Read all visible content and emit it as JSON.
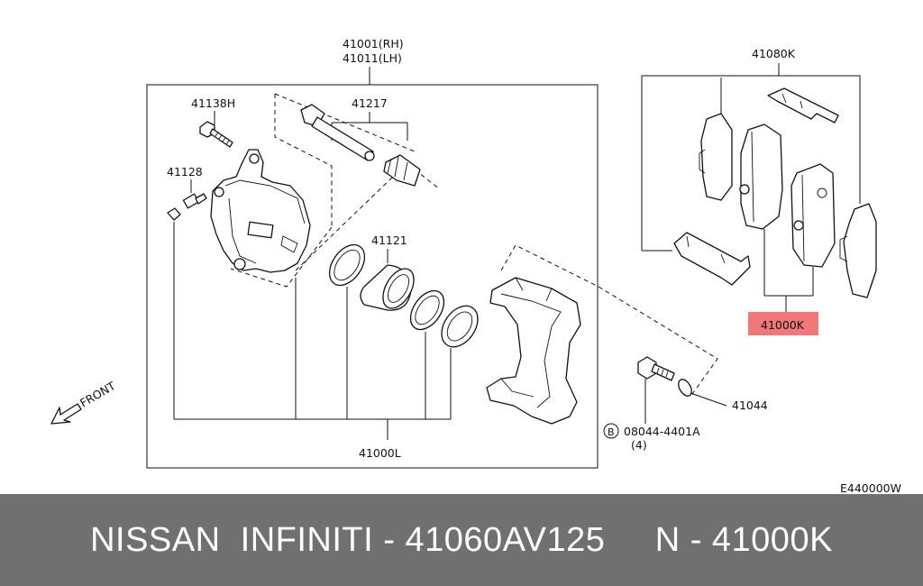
{
  "labels": {
    "caliper_rh": "41001(RH)",
    "caliper_lh": "41011(LH)",
    "bolt_41138h": "41138H",
    "pin_41217": "41217",
    "bleeder_41128": "41128",
    "piston_41121": "41121",
    "seal_kit_41000l": "41000L",
    "shim_41080k": "41080K",
    "pad_kit_41000k": "41000K",
    "washer_41044": "41044",
    "bolt_08044": "08044-4401A",
    "bolt_qty": "(4)",
    "bolt_marker": "B",
    "front": "FRONT",
    "diagram_code": "E440000W"
  },
  "highlight_color": "#f07878",
  "footer": {
    "text": "NISSAN  INFINITI - 41060AV125     N - 41000K"
  }
}
